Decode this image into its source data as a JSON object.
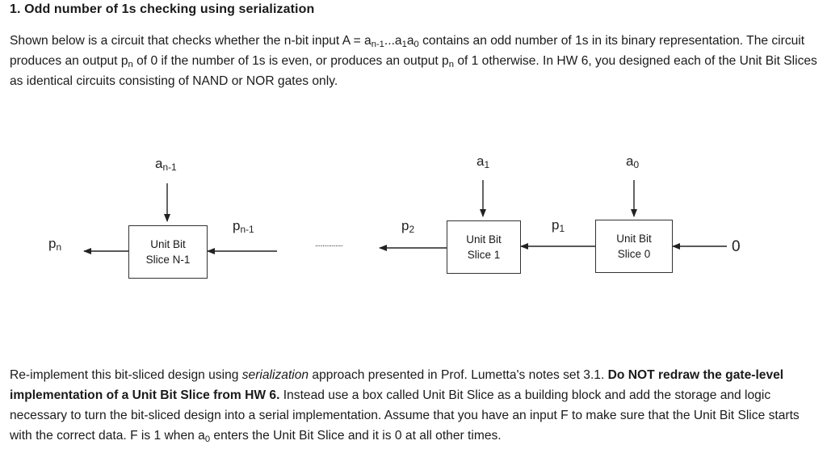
{
  "heading": "1. Odd number of 1s checking using serialization",
  "intro": {
    "t1": "Shown below is a circuit that checks whether the n-bit input A = a",
    "s1": "n-1",
    "t2": "...a",
    "s2": "1",
    "t3": "a",
    "s3": "0",
    "t4": " contains an odd number of 1s in its binary representation. The circuit produces an output p",
    "s4": "n",
    "t5": " of 0 if the number of 1s is even, or produces an output p",
    "s5": "n",
    "t6": " of 1 otherwise. In HW 6, you designed each of the Unit Bit Slices as identical circuits consisting of NAND or NOR gates only."
  },
  "diagram": {
    "inputs": [
      {
        "base": "a",
        "sub": "n-1"
      },
      {
        "base": "a",
        "sub": "1"
      },
      {
        "base": "a",
        "sub": "0"
      }
    ],
    "outputs": [
      {
        "base": "p",
        "sub": "n"
      },
      {
        "base": "p",
        "sub": "n-1"
      },
      {
        "base": "p",
        "sub": "2"
      },
      {
        "base": "p",
        "sub": "1"
      }
    ],
    "boxes": [
      {
        "line1": "Unit Bit",
        "line2": "Slice N-1"
      },
      {
        "line1": "Unit Bit",
        "line2": "Slice 1"
      },
      {
        "line1": "Unit Bit",
        "line2": "Slice 0"
      }
    ],
    "constant": "0",
    "ellipsis": "..............."
  },
  "task": {
    "t1": "Re-implement this bit-sliced design using ",
    "em1": "serialization",
    "t2": " approach presented in Prof. Lumetta's notes set 3.1. ",
    "b1": "Do NOT redraw the gate-level implementation of a Unit Bit Slice from HW 6.",
    "t3": " Instead use a box called Unit Bit Slice as a building block and add the storage and logic necessary to turn the bit-sliced design into a serial implementation. Assume that you have an input F to make sure that the Unit Bit Slice starts with the correct data. F is 1 when a",
    "s1": "0",
    "t4": " enters the Unit Bit Slice and it is 0 at all other times."
  }
}
